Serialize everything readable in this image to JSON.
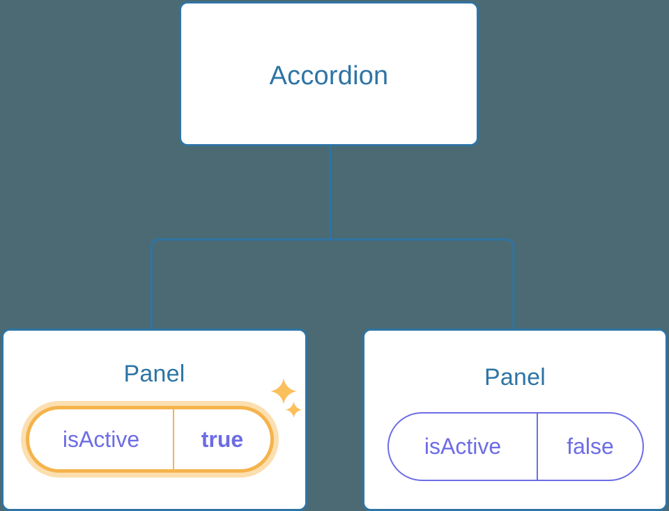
{
  "theme": {
    "background": "#4B6A73",
    "node_border": "#2E74A5",
    "node_fill": "#FFFFFF",
    "title_color": "#2E74A5",
    "prop_color": "#6C6CE5",
    "highlight_border": "#F5B34C",
    "highlight_glow": "#FBDFB0",
    "connector": "#2E74A5"
  },
  "tree": {
    "root": {
      "title": "Accordion"
    },
    "children": [
      {
        "title": "Panel",
        "highlighted": true,
        "prop": {
          "key": "isActive",
          "value": "true",
          "value_bold": true
        },
        "sparkles": [
          "sparkle-large-icon",
          "sparkle-small-icon"
        ]
      },
      {
        "title": "Panel",
        "highlighted": false,
        "prop": {
          "key": "isActive",
          "value": "false",
          "value_bold": false
        }
      }
    ]
  }
}
